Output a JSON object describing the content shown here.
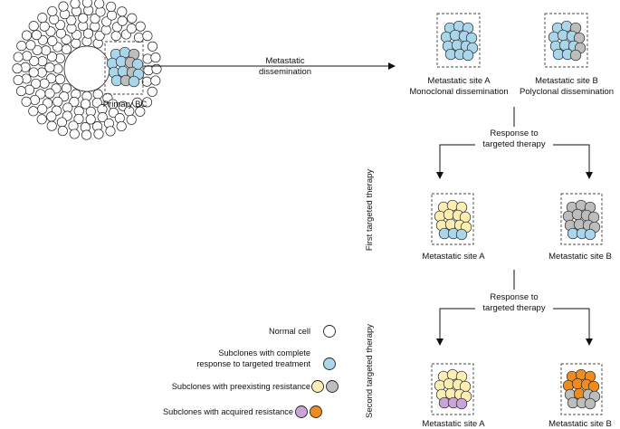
{
  "colors": {
    "normal": "#ffffff",
    "complete_response": "#a9d6ea",
    "preexisting_yellow": "#fbeeb0",
    "preexisting_grey": "#bdbdbd",
    "acquired_purple": "#c9a4d9",
    "acquired_orange": "#f08c1e",
    "outline": "#222222"
  },
  "labels": {
    "primary_bc": "Primary BC",
    "dissemination_line1": "Metastatic",
    "dissemination_line2": "dissemination",
    "site_a_top_line1": "Metastatic site A",
    "site_a_top_line2": "Monoclonal dissemination",
    "site_b_top_line1": "Metastatic site B",
    "site_b_top_line2": "Polyclonal dissemination",
    "response1_line1": "Response to",
    "response1_line2": "targeted therapy",
    "response2_line1": "Response to",
    "response2_line2": "targeted therapy",
    "first_therapy": "First targeted therapy",
    "second_therapy": "Second targeted therapy",
    "site_a_mid": "Metastatic site A",
    "site_b_mid": "Metastatic site B",
    "site_a_bottom": "Metastatic site A",
    "site_b_bottom": "Metastatic site B"
  },
  "legend": [
    {
      "label": "Normal cell",
      "swatches": [
        "normal"
      ]
    },
    {
      "label_line1": "Subclones with complete",
      "label_line2": "response to targeted treatment",
      "swatches": [
        "complete_response"
      ]
    },
    {
      "label": "Subclones with preexisting resistance",
      "swatches": [
        "preexisting_yellow",
        "preexisting_grey"
      ]
    },
    {
      "label": "Subclones with acquired resistance",
      "swatches": [
        "acquired_purple",
        "acquired_orange"
      ]
    }
  ]
}
